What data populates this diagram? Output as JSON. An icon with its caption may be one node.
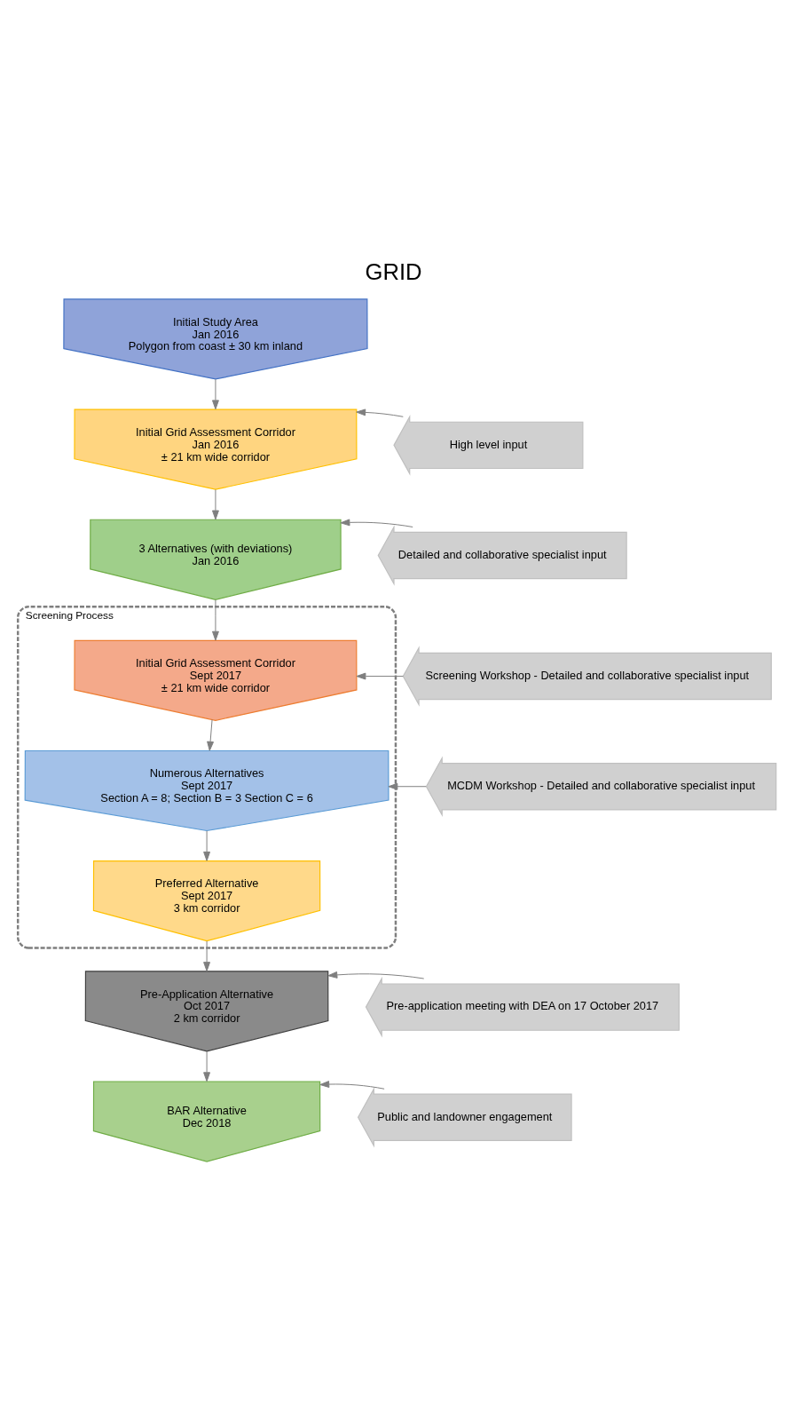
{
  "diagram": {
    "title": "GRID",
    "nodes": [
      {
        "text": [
          "Initial Study Area",
          "Jan 2016",
          "Polygon from coast ± 30 km inland"
        ]
      },
      {
        "text": [
          "Initial Grid Assessment Corridor",
          "Jan 2016",
          "± 21 km wide corridor"
        ]
      },
      {
        "text": [
          "High level input"
        ]
      },
      {
        "text": [
          "3 Alternatives (with deviations)",
          "Jan 2016"
        ]
      },
      {
        "text": [
          "Detailed and collaborative specialist input"
        ]
      },
      {
        "text": [
          "Screening Process"
        ]
      },
      {
        "text": [
          "Initial Grid Assessment Corridor",
          "Sept 2017",
          "± 21 km wide corridor"
        ],
        "in": 5
      },
      {
        "text": [
          "Screening Workshop - Detailed and collaborative specialist input"
        ]
      },
      {
        "text": [
          "Numerous Alternatives",
          "Sept 2017",
          "Section A = 8; Section B = 3 Section C = 6"
        ],
        "in": 5
      },
      {
        "text": [
          "MCDM Workshop - Detailed and collaborative specialist input"
        ]
      },
      {
        "text": [
          "Preferred Alternative",
          "Sept 2017",
          "3 km corridor"
        ],
        "in": 5
      },
      {
        "text": [
          "Pre-Application Alternative",
          "Oct 2017",
          "2 km corridor"
        ]
      },
      {
        "text": [
          "Pre-application meeting with DEA on 17 October 2017"
        ]
      },
      {
        "text": [
          "BAR Alternative",
          "Dec 2018"
        ]
      },
      {
        "text": [
          "Public and landowner engagement"
        ]
      }
    ],
    "edges": [
      {
        "from": 0,
        "to": 1,
        "arrow": "to"
      },
      {
        "from": 2,
        "to": 1,
        "arrow": "to"
      },
      {
        "from": 1,
        "to": 3,
        "arrow": "to"
      },
      {
        "from": 4,
        "to": 3,
        "arrow": "to"
      },
      {
        "from": 3,
        "to": 6,
        "arrow": "to"
      },
      {
        "from": 7,
        "to": 6,
        "arrow": "to"
      },
      {
        "from": 6,
        "to": 8,
        "arrow": "to"
      },
      {
        "from": 9,
        "to": 8,
        "arrow": "to"
      },
      {
        "from": 8,
        "to": 10,
        "arrow": "to"
      },
      {
        "from": 10,
        "to": 11,
        "arrow": "to"
      },
      {
        "from": 12,
        "to": 11,
        "arrow": "to"
      },
      {
        "from": 11,
        "to": 13,
        "arrow": "to"
      },
      {
        "from": 14,
        "to": 13,
        "arrow": "to"
      }
    ]
  }
}
